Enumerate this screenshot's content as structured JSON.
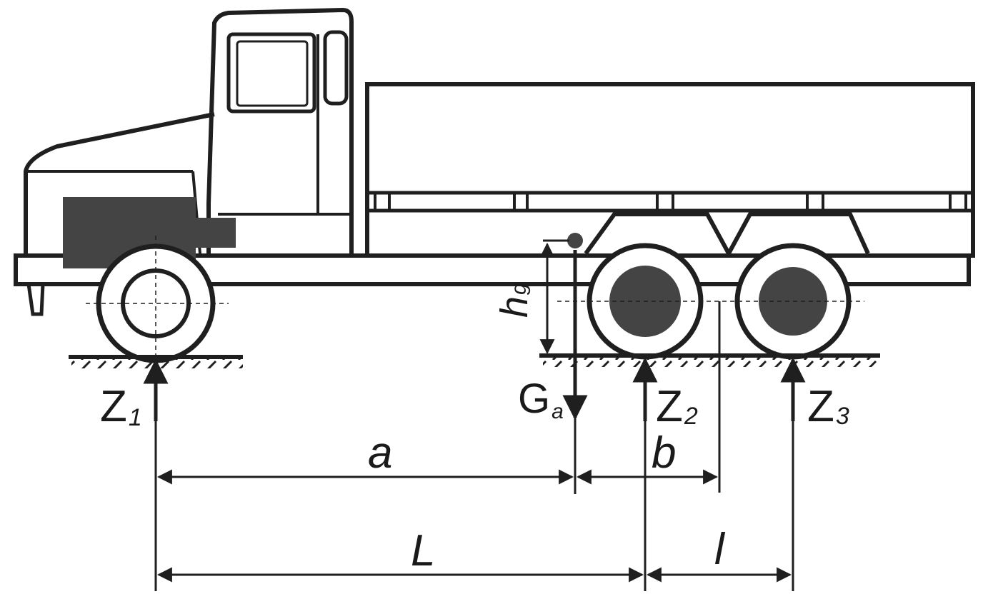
{
  "labels": {
    "Z1": {
      "main": "Z",
      "sub": "1"
    },
    "Z2": {
      "main": "Z",
      "sub": "2"
    },
    "Z3": {
      "main": "Z",
      "sub": "3"
    },
    "Ga": {
      "main": "G",
      "sub": "a"
    },
    "hg": {
      "main": "h",
      "sub": "g"
    },
    "a": "a",
    "b": "b",
    "L": "L",
    "l": "l"
  },
  "colors": {
    "ink": "#1f1f1f",
    "fill_dark": "#444444",
    "background": "#ffffff"
  }
}
